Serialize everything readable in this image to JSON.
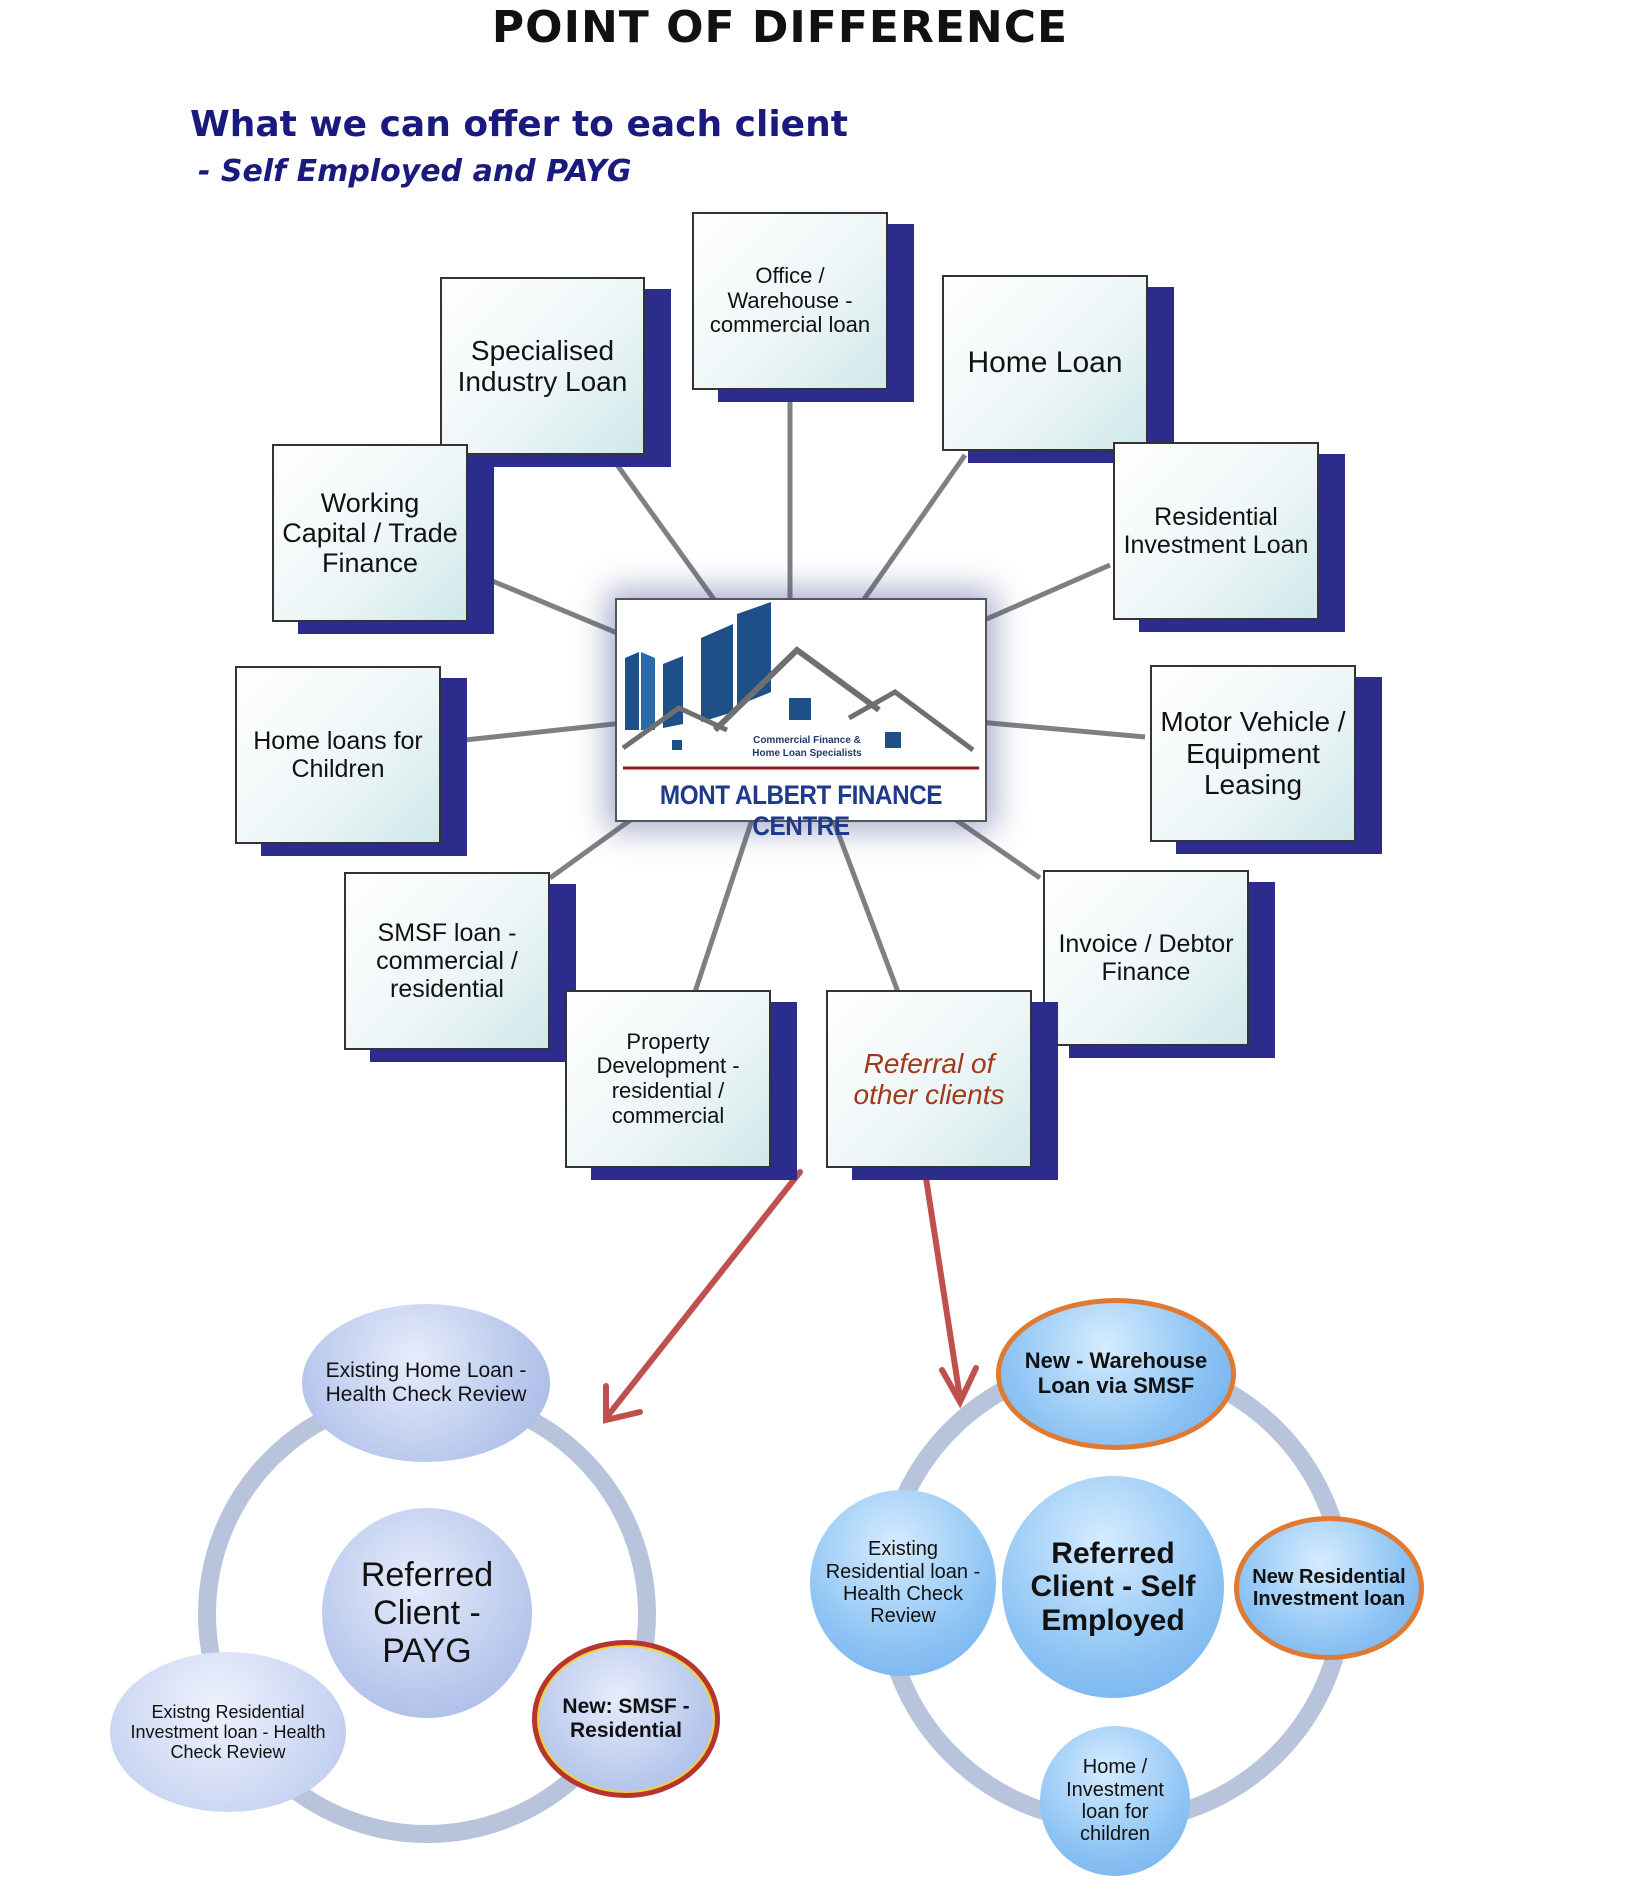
{
  "header": {
    "title": "POINT OF DIFFERENCE",
    "subtitle": "What we can offer to each client",
    "subtitle2": "- Self Employed and PAYG"
  },
  "hub": {
    "tagline": "Commercial Finance & Home Loan Specialists",
    "name": "MONT ALBERT FINANCE CENTRE"
  },
  "services": {
    "specialised": "Specialised Industry Loan",
    "office": "Office / Warehouse - commercial loan",
    "home_loan": "Home Loan",
    "working_capital": "Working Capital / Trade Finance",
    "residential_investment": "Residential Investment Loan",
    "home_children": "Home loans for Children",
    "motor_vehicle": "Motor Vehicle / Equipment Leasing",
    "smsf": "SMSF loan - commercial / residential",
    "invoice": "Invoice / Debtor Finance",
    "property_dev": "Property Development - residential / commercial",
    "referral": "Referral of other clients"
  },
  "payg_cycle": {
    "center": "Referred Client - PAYG",
    "existing_home": "Existing Home Loan - Health Check Review",
    "existing_residential": "Existng Residential Investment loan - Health Check Review",
    "new_smsf": "New: SMSF - Residential"
  },
  "self_employed_cycle": {
    "center": "Referred Client - Self Employed",
    "new_warehouse": "New - Warehouse Loan via SMSF",
    "existing_residential": "Existing Residential loan - Health Check Review",
    "new_residential_investment": "New Residential Investment loan",
    "home_investment_children": "Home / Investment loan for children"
  },
  "colors": {
    "card_shadow": "#2c2c8c",
    "connector": "#808080",
    "arrow": "#c0504d",
    "ring": "#b8c4dc",
    "title_blue": "#1a1a7e",
    "referral_text": "#a0391a"
  }
}
